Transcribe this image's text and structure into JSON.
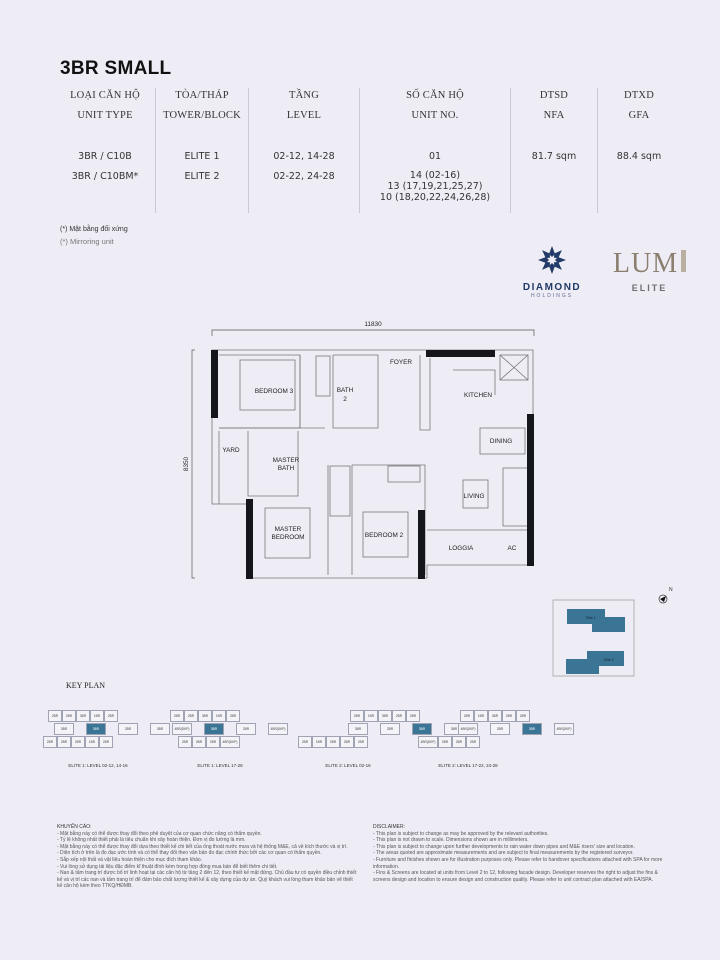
{
  "title": "3BR SMALL",
  "table": {
    "columns": [
      {
        "vi": "LOẠI CĂN HỘ",
        "en": "UNIT TYPE",
        "values": [
          "3BR / C10B",
          "3BR / C10BM*"
        ]
      },
      {
        "vi": "TÒA/THÁP",
        "en": "TOWER/BLOCK",
        "values": [
          "ELITE 1",
          "ELITE 2"
        ]
      },
      {
        "vi": "TẦNG",
        "en": "LEVEL",
        "values": [
          "02-12, 14-28",
          "02-22, 24-28"
        ]
      },
      {
        "vi": "SỐ CĂN HỘ",
        "en": "UNIT NO.",
        "values": [
          "01",
          "14 (02-16)\n13 (17,19,21,25,27)\n10 (18,20,22,24,26,28)"
        ]
      },
      {
        "vi": "DTSD",
        "en": "NFA",
        "values": [
          "81.7 sqm",
          ""
        ]
      },
      {
        "vi": "DTXD",
        "en": "GFA",
        "values": [
          "88.4 sqm",
          ""
        ]
      }
    ]
  },
  "notes": {
    "vi": "(*) Mặt bằng đối xứng",
    "en": "(*) Mirroring unit"
  },
  "logos": {
    "developer": {
      "name": "DIAMOND",
      "sub": "HOLDINGS",
      "color": "#213a67"
    },
    "project": {
      "name": "LUM",
      "sub": "ELITE"
    }
  },
  "plan": {
    "width_dim": "11830",
    "height_dim": "8350",
    "rooms": [
      "BEDROOM 3",
      "BATH",
      "2",
      "FOYER",
      "KITCHEN",
      "DINING",
      "YARD",
      "MASTER",
      "BATH",
      "LIVING",
      "MASTER",
      "BEDROOM",
      "BEDROOM 2",
      "LOGGIA",
      "AC"
    ]
  },
  "site_plan": {
    "towers": [
      "Elite 1",
      "Elite 2"
    ],
    "highlight_color": "#3b7596",
    "north": "N"
  },
  "key_plan": {
    "title": "KEY PLAN",
    "plans": [
      {
        "label": "ELITE 1: LEVEL 02-12, 14-16",
        "rows": [
          [
            "2BR",
            "2BR",
            "3BR",
            "1BR",
            "2BR"
          ],
          [
            "3BR",
            "3BR",
            "2BR",
            "3BR"
          ],
          [
            "2BR",
            "2BR",
            "2BR",
            "1BR",
            "2BR"
          ]
        ],
        "highlight": [
          1,
          1
        ]
      },
      {
        "label": "ELITE 1: LEVEL 17-28",
        "rows": [
          [
            "2BR",
            "2BR",
            "3BR",
            "1BR",
            "2BR"
          ],
          [
            "4BR(DKP)",
            "3BR",
            "2BR",
            "4BR(DKP)"
          ],
          [
            "2BR",
            "2BR",
            "2BR",
            "4BR(DKP)"
          ]
        ],
        "highlight": [
          1,
          1
        ]
      },
      {
        "label": "ELITE 2: LEVEL 02-16",
        "rows": [
          [
            "2BR",
            "1BR",
            "3BR",
            "2BR",
            "2BR"
          ],
          [
            "3BR",
            "2BR",
            "3BR",
            "3BR"
          ],
          [
            "2BR",
            "1BR",
            "2BR",
            "2BR",
            "2BR"
          ]
        ],
        "highlight": [
          1,
          2
        ]
      },
      {
        "label": "ELITE 2: LEVEL 17-22, 24-28",
        "rows": [
          [
            "2BR",
            "1BR",
            "3BR",
            "2BR",
            "2BR"
          ],
          [
            "4BR(DKP)",
            "2BR",
            "3BR",
            "4BR(DKP)"
          ],
          [
            "4BR(DKP)",
            "2BR",
            "2BR",
            "2BR"
          ]
        ],
        "highlight": [
          1,
          2
        ]
      }
    ]
  },
  "disclaimer_vi": {
    "title": "KHUYẾN CÁO:",
    "items": [
      "- Mặt bằng này có thể được thay đổi theo phê duyệt của cơ quan chức năng có thẩm quyền.",
      "- Tỷ lệ không nhất thiết phải là tiêu chuẩn khi xây hoàn thiện. Đơn vị đo lường là mm.",
      "- Mặt bằng này có thể được thay đổi dựa theo thiết kế chi tiết của ống thoát nước mưa và hệ thống M&E, cả về kích thước và vị trí.",
      "- Diện tích ở trên là đo đạc ước tính và có thể thay đổi theo văn bản đo đạc chính thức bởi các cơ quan có thẩm quyền.",
      "- Sắp xếp nội thất và vật liệu hoàn thiện cho mục đích tham khảo.",
      "- Vui lòng sử dụng tài liệu đặc điểm kĩ thuật đính kèm trong hợp đồng mua bán để biết thêm chi tiết.",
      "- Nan & tấm trang trí được bố trí linh hoạt tại các căn hộ từ tầng 2 đến 12, theo thiết kế mặt đứng. Chủ đầu tư có quyền điều chỉnh thiết kế và vị trí các nan và tấm trang trí để đảm bảo chất lượng thiết kế & xây dựng của dự án. Quý khách vui lòng tham khảo bản vẽ thiết kế căn hộ kèm theo TTKQ/HĐMB."
    ]
  },
  "disclaimer_en": {
    "title": "DISCLAIMER:",
    "items": [
      "- This plan is subject to change as may be approved by the relevant authorities.",
      "- This plan is not drawn to scale. Dimensions shown are in millimeters.",
      "- This plan is subject to change upon further developments to rain water down pipes and M&E risers' size and location.",
      "- The areas quoted are approximate measurements and are subject to final measurements by the registered surveyor.",
      "- Furniture and finishes shown are for illustration purposes only. Please refer to handover specifications attached with SPA for more information.",
      "- Fins & Screens are located at units from Level 2 to 12, following facade design. Developer reserves the right to adjust the fins & screens design and location to ensure design and construction quality. Please refer to unit contract plan attached with EA/SPA."
    ]
  }
}
